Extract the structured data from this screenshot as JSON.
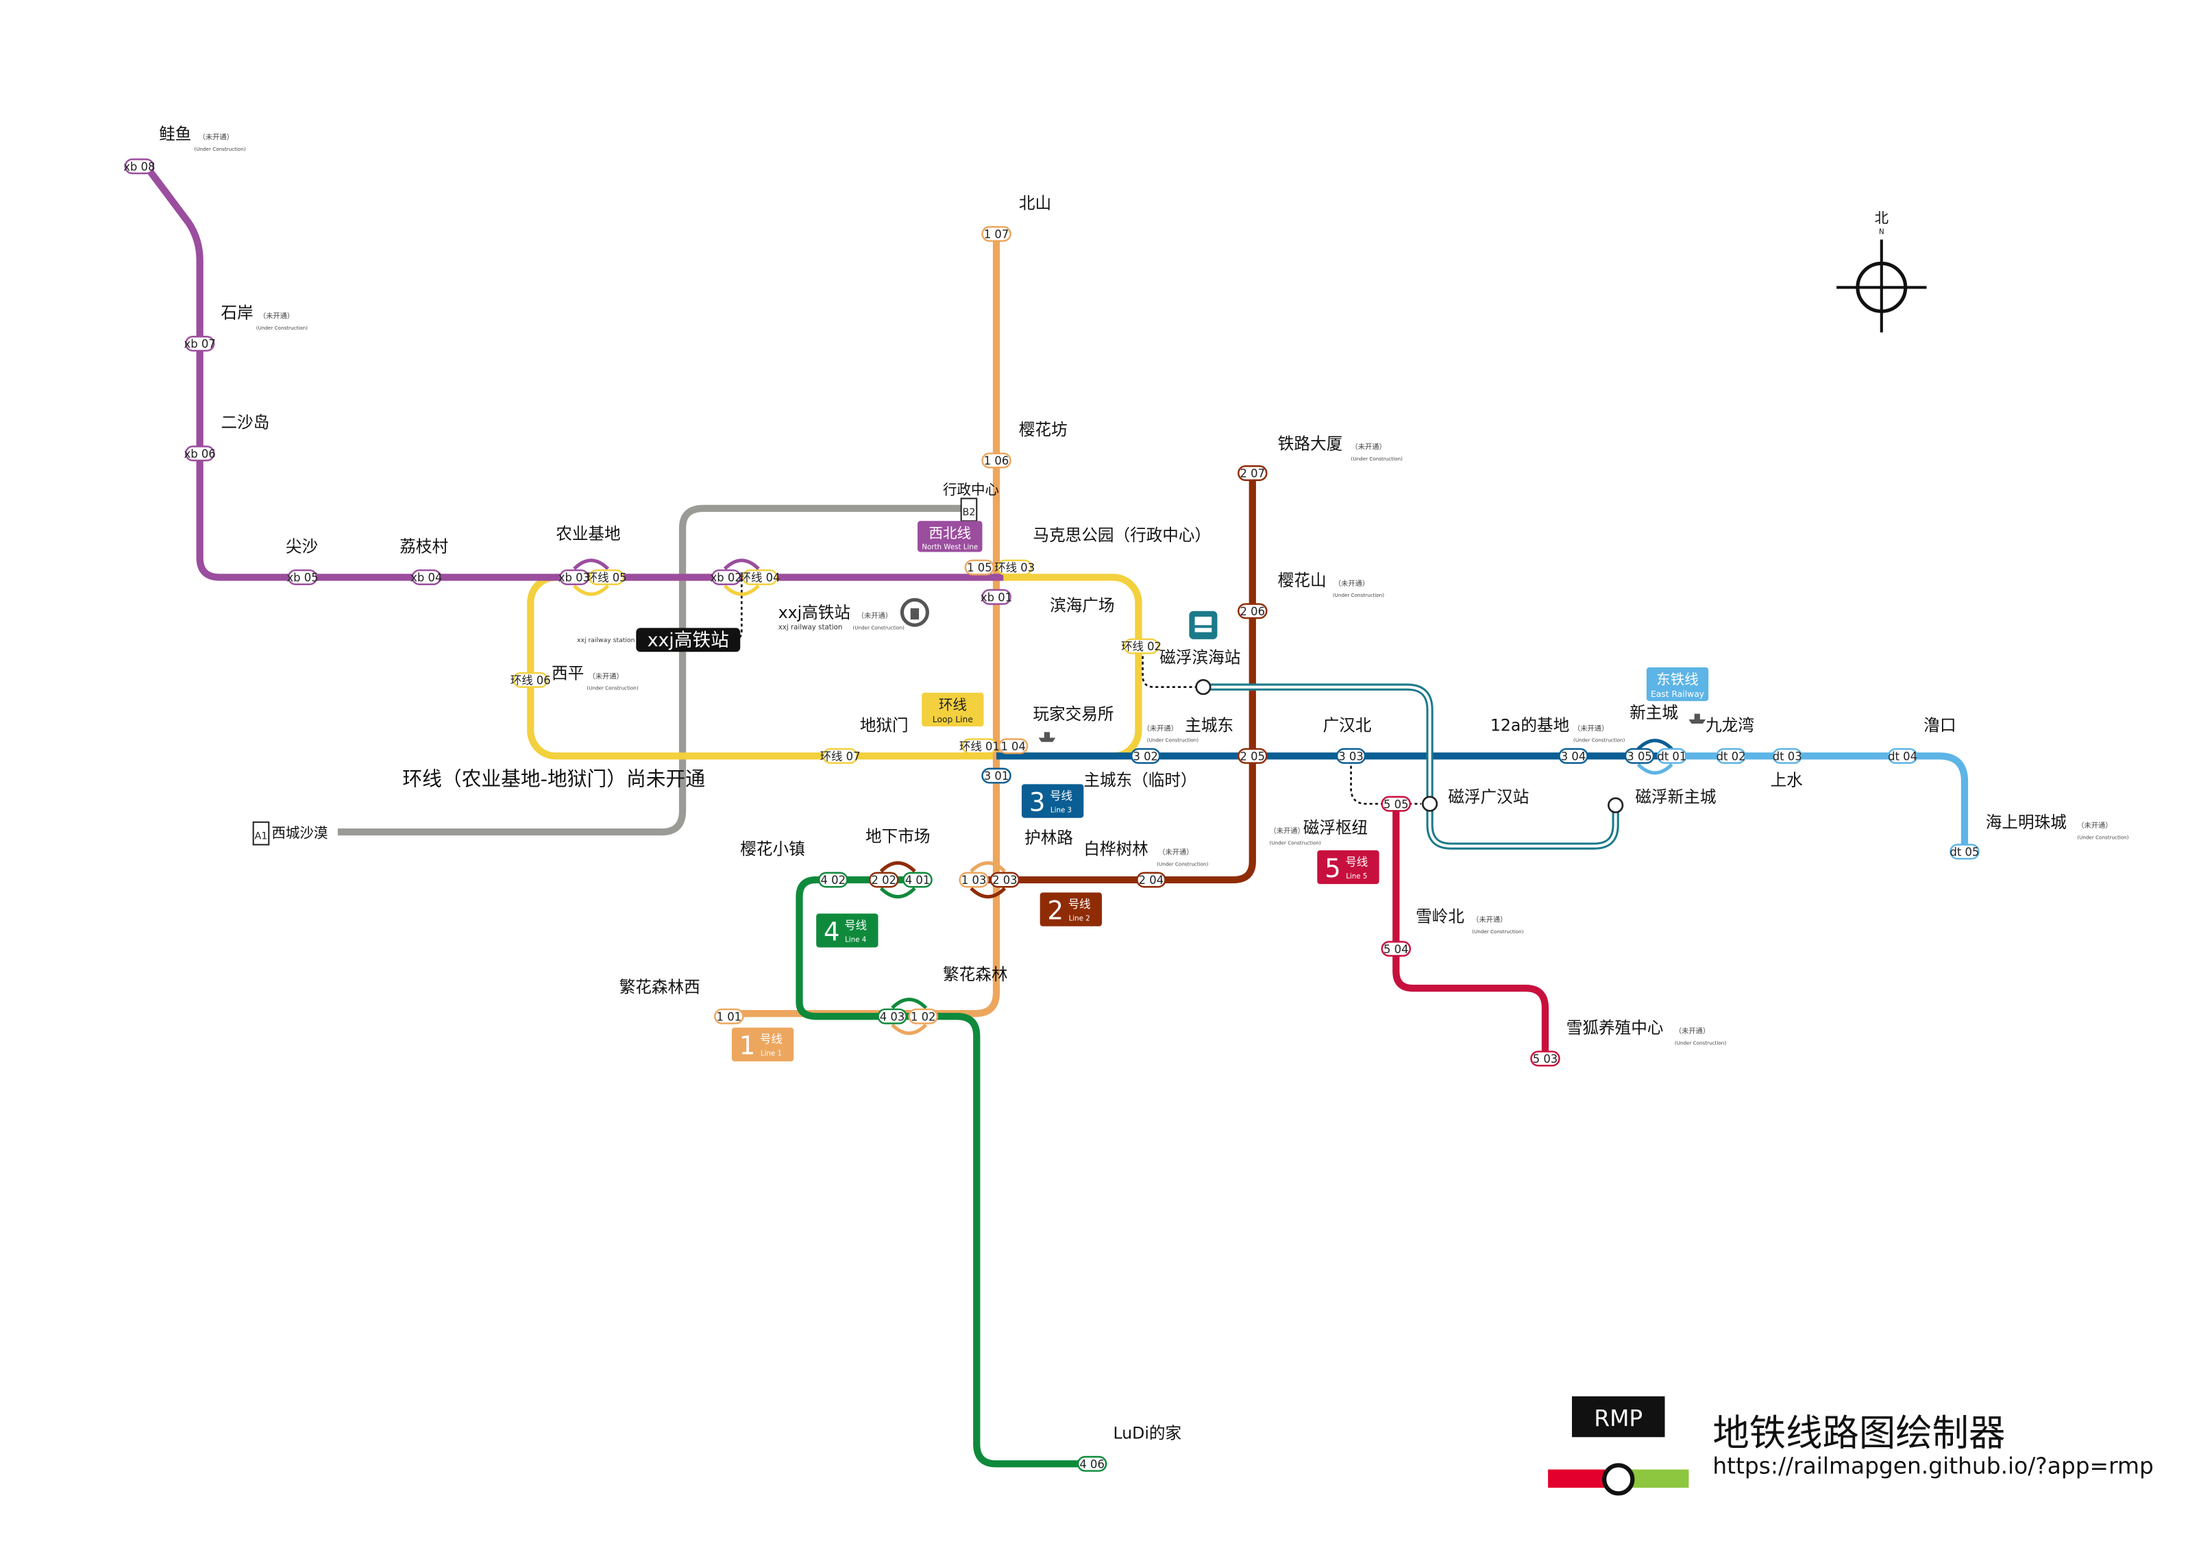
{
  "lines": {
    "xb": {
      "color": "#9B4D9E",
      "label": "西北线",
      "en": "North West Line"
    },
    "loop": {
      "color": "#F3D03E",
      "label": "环线",
      "en": "Loop Line"
    },
    "l1": {
      "color": "#EDA65E",
      "label": "1号线",
      "num": "1",
      "sub": "号线",
      "en": "Line 1"
    },
    "l2": {
      "color": "#8F2C06",
      "label": "2号线",
      "num": "2",
      "sub": "号线",
      "en": "Line 2"
    },
    "l3": {
      "color": "#0A5E94",
      "label": "3号线",
      "num": "3",
      "sub": "号线",
      "en": "Line 3"
    },
    "l4": {
      "color": "#0F8A3C",
      "label": "4号线",
      "num": "4",
      "sub": "号线",
      "en": "Line 4"
    },
    "l5": {
      "color": "#C8103E",
      "label": "5号线",
      "num": "5",
      "sub": "号线",
      "en": "Line 5"
    },
    "dt": {
      "color": "#5DB4E6",
      "label": "东铁线",
      "en": "East Railway"
    },
    "grey": {
      "color": "#9B9B96"
    },
    "maglev": {
      "color": "#1B7A8A"
    }
  },
  "stations": {
    "guiyu": "鲑鱼",
    "shian": "石岸",
    "ershadao": "二沙岛",
    "jiansha": "尖沙",
    "lizhicun": "荔枝村",
    "nongye": "农业基地",
    "xiping": "西平",
    "xxj": "xxj高铁站",
    "xxj_label": "xxj高铁站",
    "xxj_en": "xxj railway station",
    "xxj_en2": "xxj railway station",
    "beishan": "北山",
    "yinghuafang": "樱花坊",
    "xingzheng": "行政中心",
    "makesi": "马克思公园（行政中心）",
    "binhai": "滨海广场",
    "cifubinhai": "磁浮滨海站",
    "diyumen": "地狱门",
    "wanjia": "玩家交易所",
    "zhuchengdong": "主城东",
    "zhuchengdong_tmp": "主城东（临时）",
    "tielu": "铁路大厦",
    "yinghuashan": "樱花山",
    "guanghanbei": "广汉北",
    "cifuguanghan": "磁浮广汉站",
    "base12a": "12a的基地",
    "xinzhucheng": "新主城",
    "jiulongwan": "九龙湾",
    "cifuxinzhucheng": "磁浮新主城",
    "shangshui": "上水",
    "lukou": "澛口",
    "haishang": "海上明珠城",
    "hulinlu": "护林路",
    "baihua": "白桦树林",
    "cifushuniu": "磁浮枢纽",
    "yinghuaxiaozhen": "樱花小镇",
    "dixiashichang": "地下市场",
    "fanhuasenlin": "繁花森林",
    "fanhuasenlinxi": "繁花森林西",
    "xuelingbei": "雪岭北",
    "xuehu": "雪狐养殖中心",
    "ludi": "LuDi的家",
    "xichengshamo": "西城沙漠"
  },
  "notes": {
    "uc_cn": "（未开通）",
    "uc_en": "(Under Construction)"
  },
  "loop_notice": "环线（农业基地-地狱门）尚未开通",
  "north": "北",
  "b2": "B2",
  "a1": "A1",
  "brand": {
    "logo": "RMP",
    "title": "地铁线路图绘制器",
    "url": "https://railmapgen.github.io/?app=rmp"
  }
}
